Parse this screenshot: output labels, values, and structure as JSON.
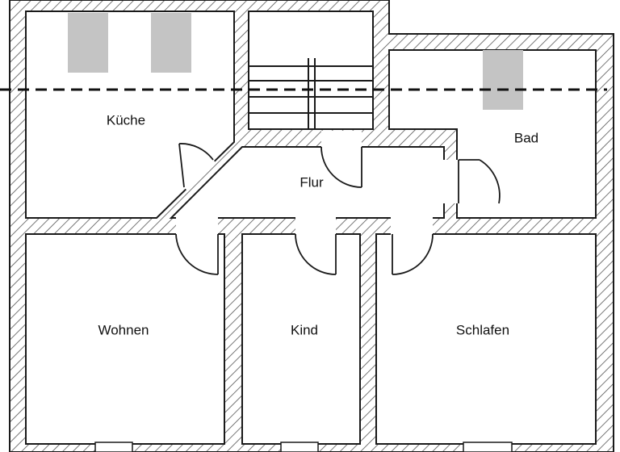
{
  "plan": {
    "rooms": {
      "kueche": "Küche",
      "bad": "Bad",
      "flur": "Flur",
      "wohnen": "Wohnen",
      "kind": "Kind",
      "schlafen": "Schlafen"
    }
  },
  "colors": {
    "wall_outline": "#1a1a1a",
    "wall_hatch": "#555555",
    "chimney_fill": "#c4c4c4",
    "section_line": "#111111",
    "background": "#ffffff"
  }
}
